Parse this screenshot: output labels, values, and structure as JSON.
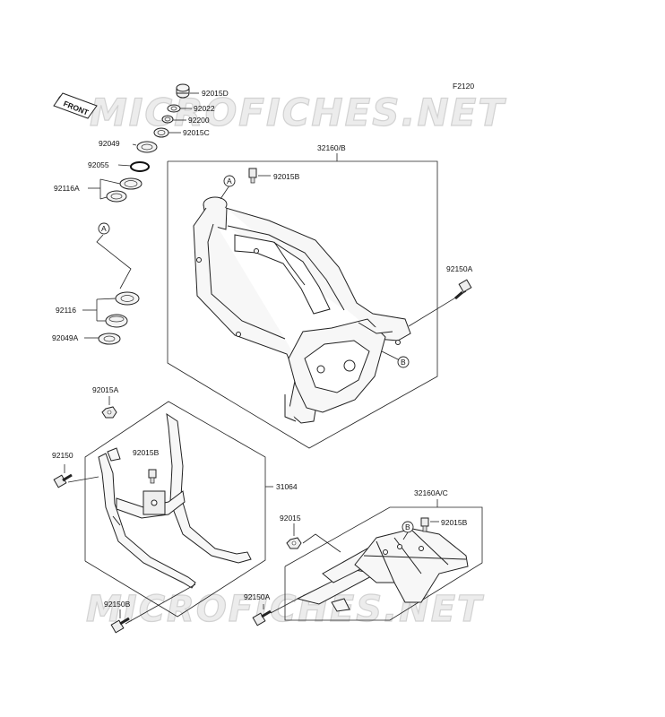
{
  "watermark": {
    "top": "MICROFICHES.NET",
    "bottom": "MICROFICHES.NET"
  },
  "figure_code": "F2120",
  "front_tag": "FRONT",
  "parts": {
    "p92015D": "92015D",
    "p92022": "92022",
    "p92200": "92200",
    "p92015C": "92015C",
    "p92049": "92049",
    "p92055": "92055",
    "p92116A": "92116A",
    "p92116": "92116",
    "p92049A": "92049A",
    "p32160B": "32160/B",
    "p92015B_top": "92015B",
    "p92150A_top": "92150A",
    "p92015A": "92015A",
    "p92150": "92150",
    "p92015B_mid": "92015B",
    "p31064": "31064",
    "p92015": "92015",
    "p32160AC": "32160A/C",
    "p92015B_low": "92015B",
    "p92150B": "92150B",
    "p92150A_low": "92150A"
  },
  "callouts": {
    "A1": "A",
    "A2": "A",
    "B1": "B",
    "B2": "B"
  }
}
